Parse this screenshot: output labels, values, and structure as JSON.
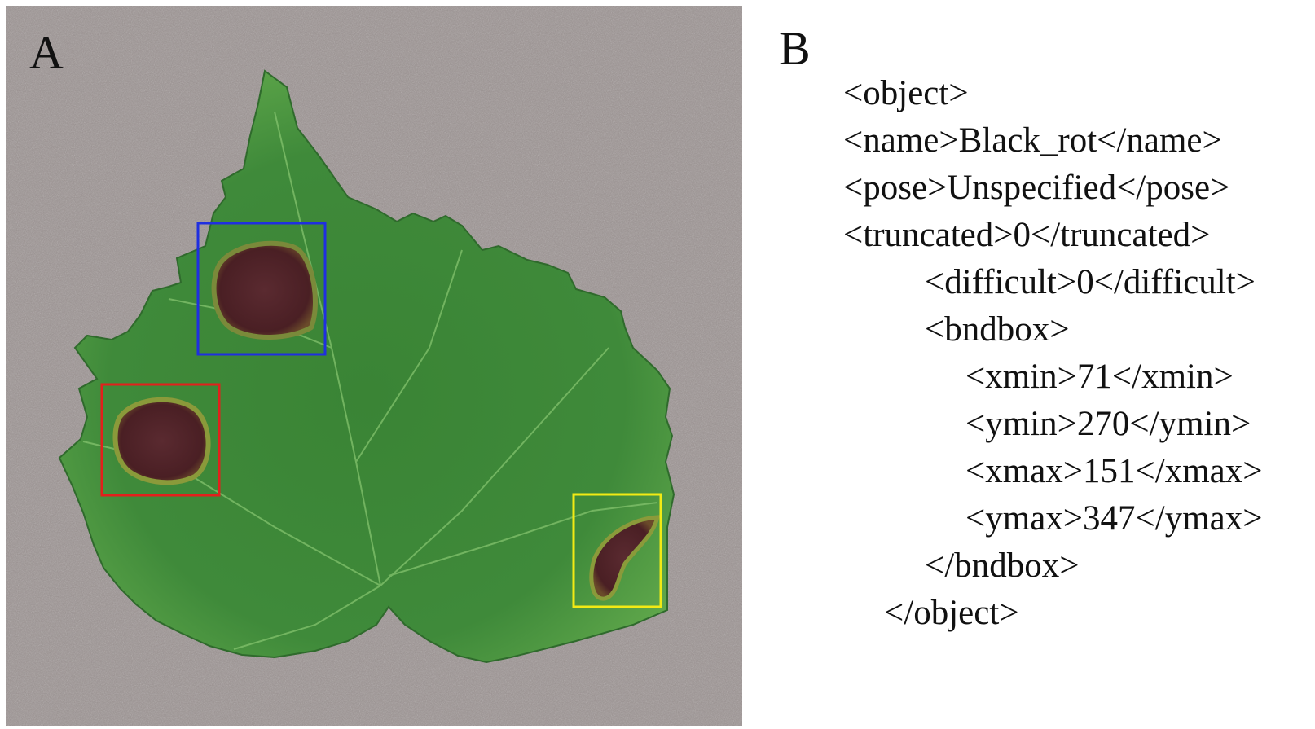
{
  "panels": {
    "a_label": "A",
    "b_label": "B"
  },
  "photo": {
    "subject": "grape-leaf",
    "background_color": "#9d9493",
    "leaf_color": "#3f8a3a",
    "lesion_color": "#4a1f24",
    "boxes": [
      {
        "color": "#1f2fe0"
      },
      {
        "color": "#e3201c"
      },
      {
        "color": "#f2ea14"
      }
    ]
  },
  "annotation": {
    "lines": [
      "<object>",
      "<name>Black_rot</name>",
      "<pose>Unspecified</pose>",
      "<truncated>0</truncated>",
      "<difficult>0</difficult>",
      "<bndbox>",
      "<xmin>71</xmin>",
      "<ymin>270</ymin>",
      "<xmax>151</xmax>",
      "<ymax>347</ymax>",
      "</bndbox>",
      "</object>"
    ]
  }
}
